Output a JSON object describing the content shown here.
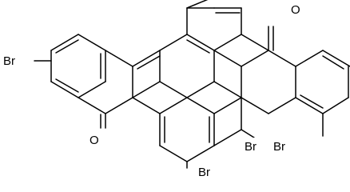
{
  "molecule": {
    "labels": {
      "br_left": "Br",
      "br_bottom": "Br",
      "br_center": "Br",
      "br_right": "Br",
      "o_top": "O",
      "o_bottom": "O"
    },
    "bond_color": "#000000",
    "background": "#ffffff"
  }
}
